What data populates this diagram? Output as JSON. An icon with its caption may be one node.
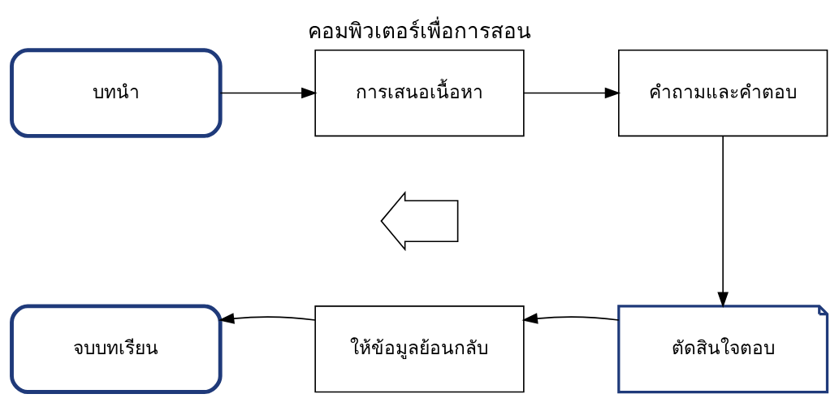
{
  "diagram": {
    "title": "คอมพิวเตอร์เพื่อการสอน",
    "nodes": [
      {
        "text": [
          "บทนำ"
        ]
      },
      {
        "text": [
          "การเสนอเนื้อหา"
        ]
      },
      {
        "text": [
          "คำถามและคำตอบ"
        ]
      },
      {
        "text": [],
        "shape": "arrow"
      },
      {
        "text": [
          "ตัดสินใจตอบ"
        ]
      },
      {
        "text": [
          "ให้ข้อมูลย้อนกลับ"
        ]
      },
      {
        "text": [
          "จบบทเรียน"
        ]
      }
    ],
    "edges": [
      {
        "from": 0,
        "to": 1,
        "arrow": "to"
      },
      {
        "from": 1,
        "to": 2,
        "arrow": "to"
      },
      {
        "from": 2,
        "to": 4,
        "arrow": "to"
      },
      {
        "from": 4,
        "to": 5,
        "arrow": "to"
      },
      {
        "from": 5,
        "to": 6,
        "arrow": "to"
      }
    ]
  }
}
